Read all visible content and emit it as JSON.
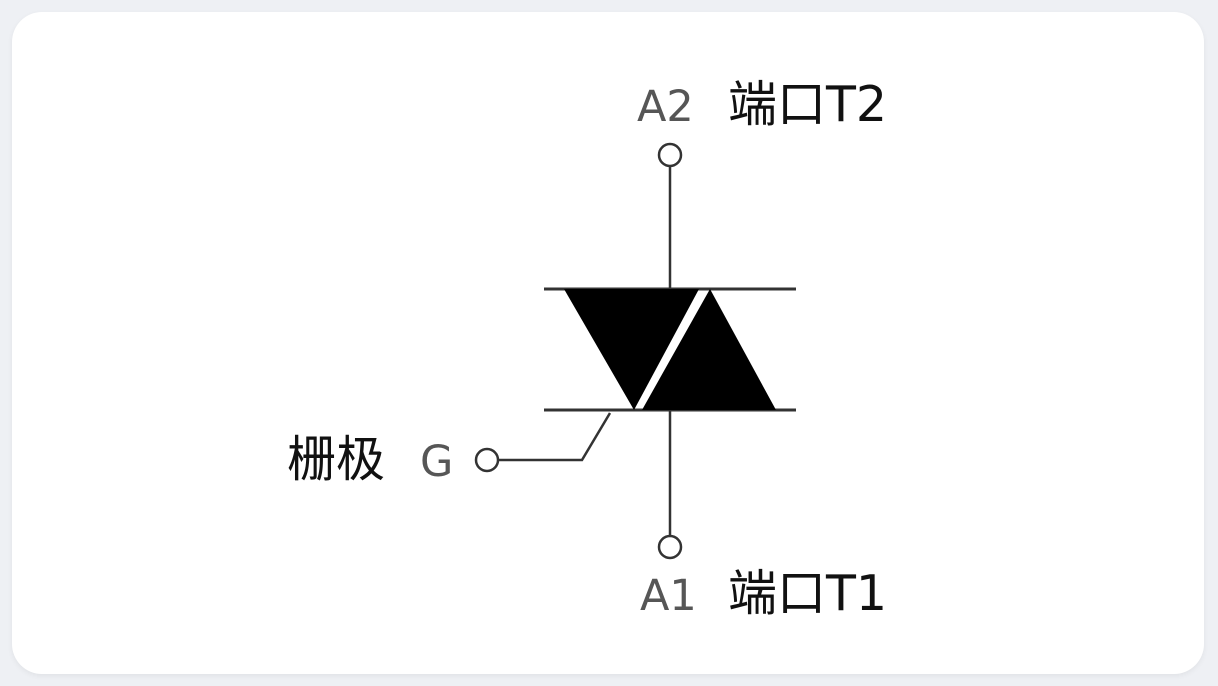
{
  "diagram": {
    "terminals": {
      "top": {
        "pin": "A2",
        "label": "端口T2"
      },
      "bottom": {
        "pin": "A1",
        "label": "端口T1"
      },
      "gate": {
        "label": "栅极",
        "pin": "G"
      }
    },
    "colors": {
      "line": "#333333",
      "fill": "#000000",
      "pin_text": "#565656",
      "label_text": "#111111",
      "card": "#ffffff",
      "background": "#eef0f4"
    }
  }
}
